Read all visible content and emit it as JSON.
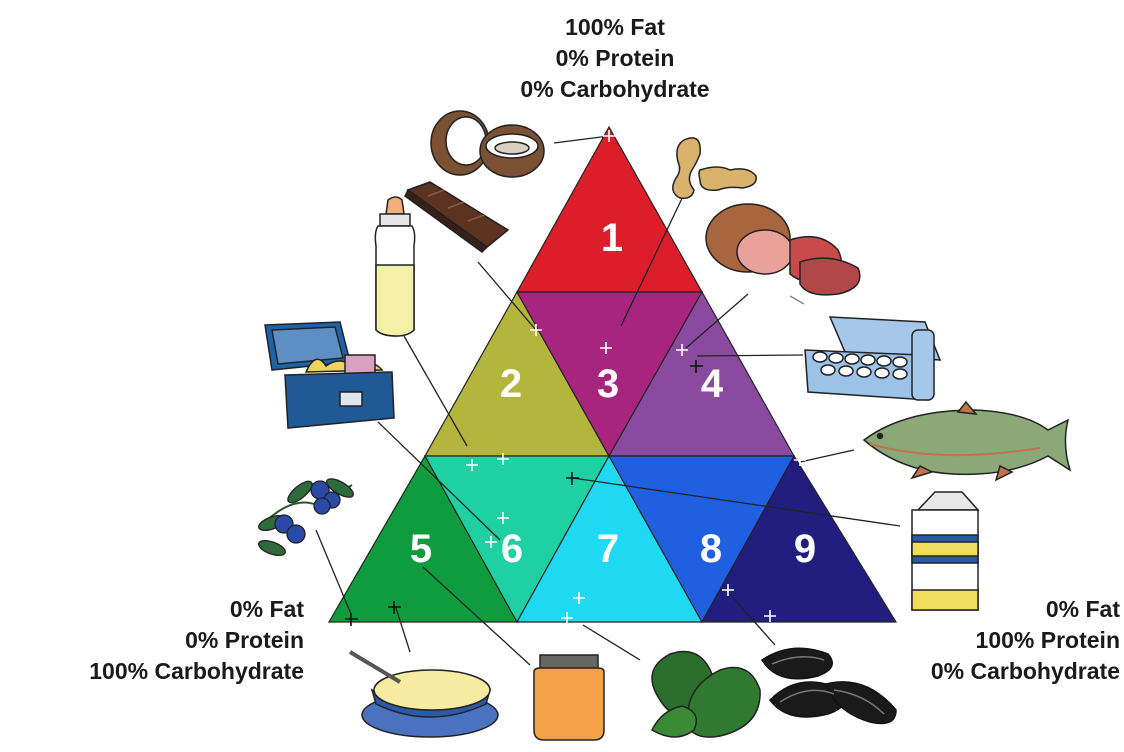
{
  "corners": {
    "top": {
      "fat": "100% Fat",
      "protein": "0% Protein",
      "carb": "0% Carbohydrate"
    },
    "left": {
      "fat": "0% Fat",
      "protein": "0% Protein",
      "carb": "100% Carbohydrate"
    },
    "right": {
      "fat": "0% Fat",
      "protein": "100% Protein",
      "carb": "0% Carbohydrate"
    }
  },
  "regions": [
    {
      "label": "1",
      "color": "#dc1e2a"
    },
    {
      "label": "2",
      "color": "#b3b53c"
    },
    {
      "label": "3",
      "color": "#a8257f"
    },
    {
      "label": "4",
      "color": "#8a4aa0"
    },
    {
      "label": "5",
      "color": "#0e9c3f"
    },
    {
      "label": "6",
      "color": "#1fd1a2"
    },
    {
      "label": "7",
      "color": "#1fd8f2"
    },
    {
      "label": "8",
      "color": "#1f5fe0"
    },
    {
      "label": "9",
      "color": "#211e80"
    }
  ],
  "foods": [
    "coconut-icon",
    "peanut-icon",
    "chocolate-bar-icon",
    "ham-steak-icon",
    "milk-bottle-icon",
    "egg-carton-icon",
    "lunchbox-icon",
    "trout-fish-icon",
    "blueberry-icon",
    "milk-carton-icon",
    "cereal-bowl-icon",
    "honey-jar-icon",
    "spinach-icon",
    "mussels-icon"
  ]
}
